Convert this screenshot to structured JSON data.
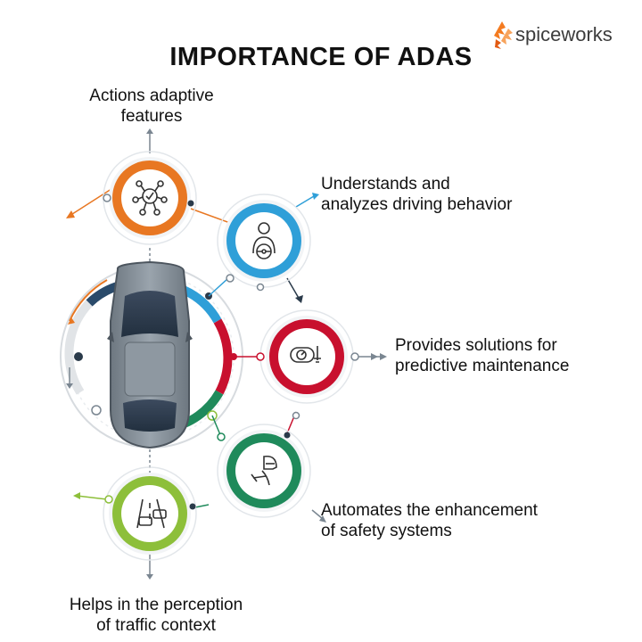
{
  "title": "IMPORTANCE OF ADAS",
  "brand": {
    "name": "spiceworks",
    "logo_icon": "spiceworks-flame-logo",
    "accent_color": "#f47b20"
  },
  "nodes": [
    {
      "line1": "Actions adaptive",
      "line2": "features",
      "icon": "network-check-icon",
      "color": "#e87722"
    },
    {
      "line1": "Understands and",
      "line2": "analyzes driving behavior",
      "icon": "driver-steering-icon",
      "color": "#2f9fd8"
    },
    {
      "line1": "Provides solutions for",
      "line2": "predictive maintenance",
      "icon": "maintenance-gauge-icon",
      "color": "#c8102e"
    },
    {
      "line1": "Automates the enhancement",
      "line2": "of safety systems",
      "icon": "driver-helmet-icon",
      "color": "#1f8a5b"
    },
    {
      "line1": "Helps in the perception",
      "line2": "of traffic context",
      "icon": "traffic-cars-icon",
      "color": "#8dbf3a"
    }
  ]
}
